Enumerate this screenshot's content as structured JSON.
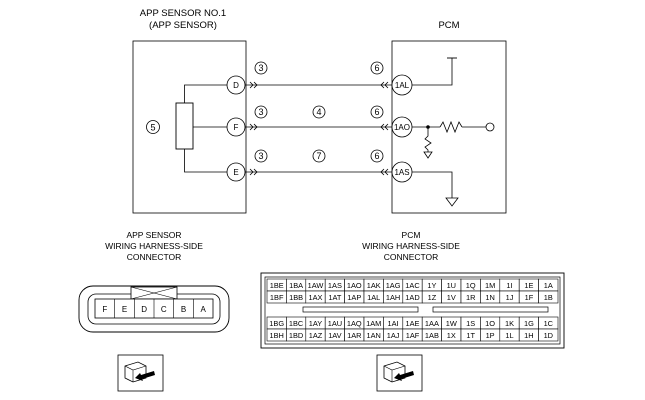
{
  "app_sensor": {
    "title_line1": "APP SENSOR NO.1",
    "title_line2": "(APP SENSOR)",
    "pins": [
      "D",
      "F",
      "E"
    ],
    "callout_body": "5"
  },
  "pcm": {
    "title": "PCM",
    "pins": [
      "1AL",
      "1AO",
      "1AS"
    ]
  },
  "wires": [
    {
      "left_callout": "3",
      "mid_callout": "",
      "right_callout": "6"
    },
    {
      "left_callout": "3",
      "mid_callout": "4",
      "right_callout": "6"
    },
    {
      "left_callout": "3",
      "mid_callout": "7",
      "right_callout": "6"
    }
  ],
  "app_connector": {
    "title_line1": "APP SENSOR",
    "title_line2": "WIRING HARNESS-SIDE",
    "title_line3": "CONNECTOR",
    "pins": [
      "F",
      "E",
      "D",
      "C",
      "B",
      "A"
    ]
  },
  "pcm_connector": {
    "title_line1": "PCM",
    "title_line2": "WIRING HARNESS-SIDE",
    "title_line3": "CONNECTOR",
    "top_rows": [
      [
        "1BE",
        "1BA",
        "1AW",
        "1AS",
        "1AO",
        "1AK",
        "1AG",
        "1AC",
        "1Y",
        "1U",
        "1Q",
        "1M",
        "1I",
        "1E",
        "1A"
      ],
      [
        "1BF",
        "1BB",
        "1AX",
        "1AT",
        "1AP",
        "1AL",
        "1AH",
        "1AD",
        "1Z",
        "1V",
        "1R",
        "1N",
        "1J",
        "1F",
        "1B"
      ]
    ],
    "bottom_rows": [
      [
        "1BG",
        "1BC",
        "1AY",
        "1AU",
        "1AQ",
        "1AM",
        "1AI",
        "1AE",
        "1AA",
        "1W",
        "1S",
        "1O",
        "1K",
        "1G",
        "1C"
      ],
      [
        "1BH",
        "1BD",
        "1AZ",
        "1AV",
        "1AR",
        "1AN",
        "1AJ",
        "1AF",
        "1AB",
        "1X",
        "1T",
        "1P",
        "1L",
        "1H",
        "1D"
      ]
    ]
  }
}
